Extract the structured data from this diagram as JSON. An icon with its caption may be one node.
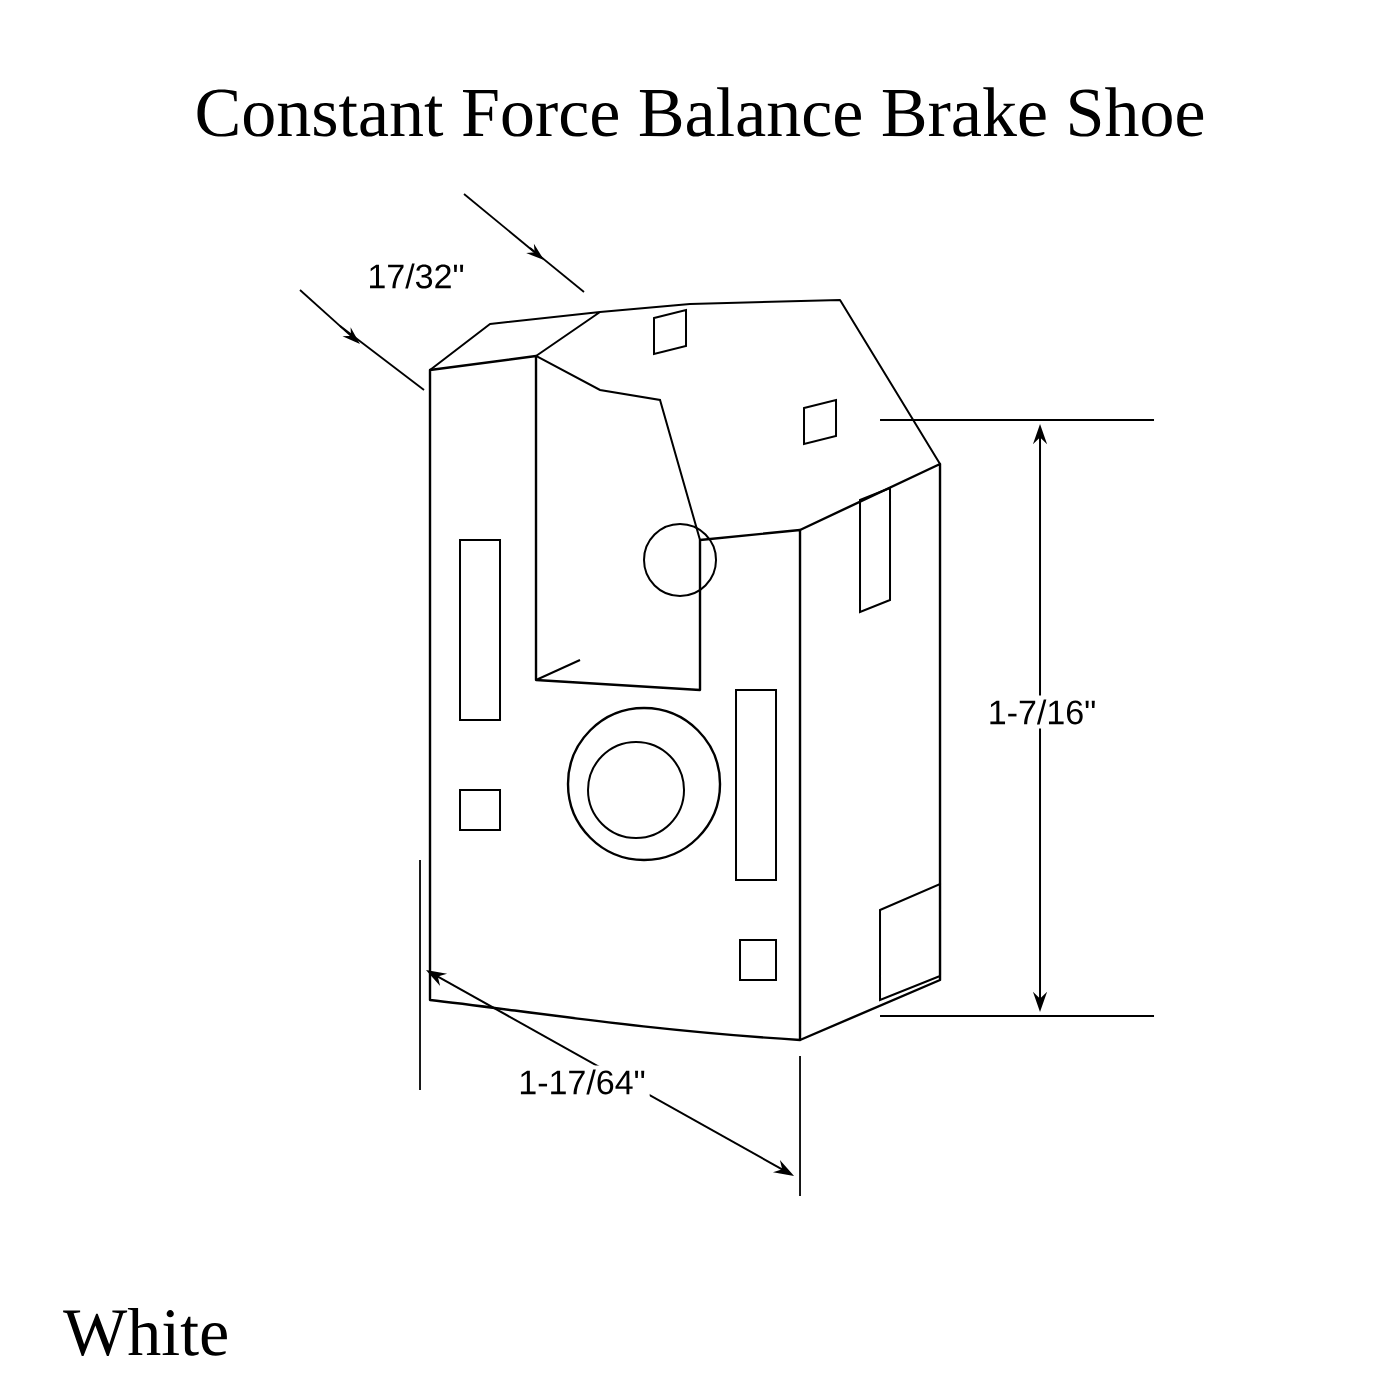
{
  "diagram": {
    "title": "Constant Force Balance Brake Shoe",
    "labels": [
      "17/32\"",
      "1-7/16\"",
      "1-17/64\"",
      "White"
    ]
  }
}
